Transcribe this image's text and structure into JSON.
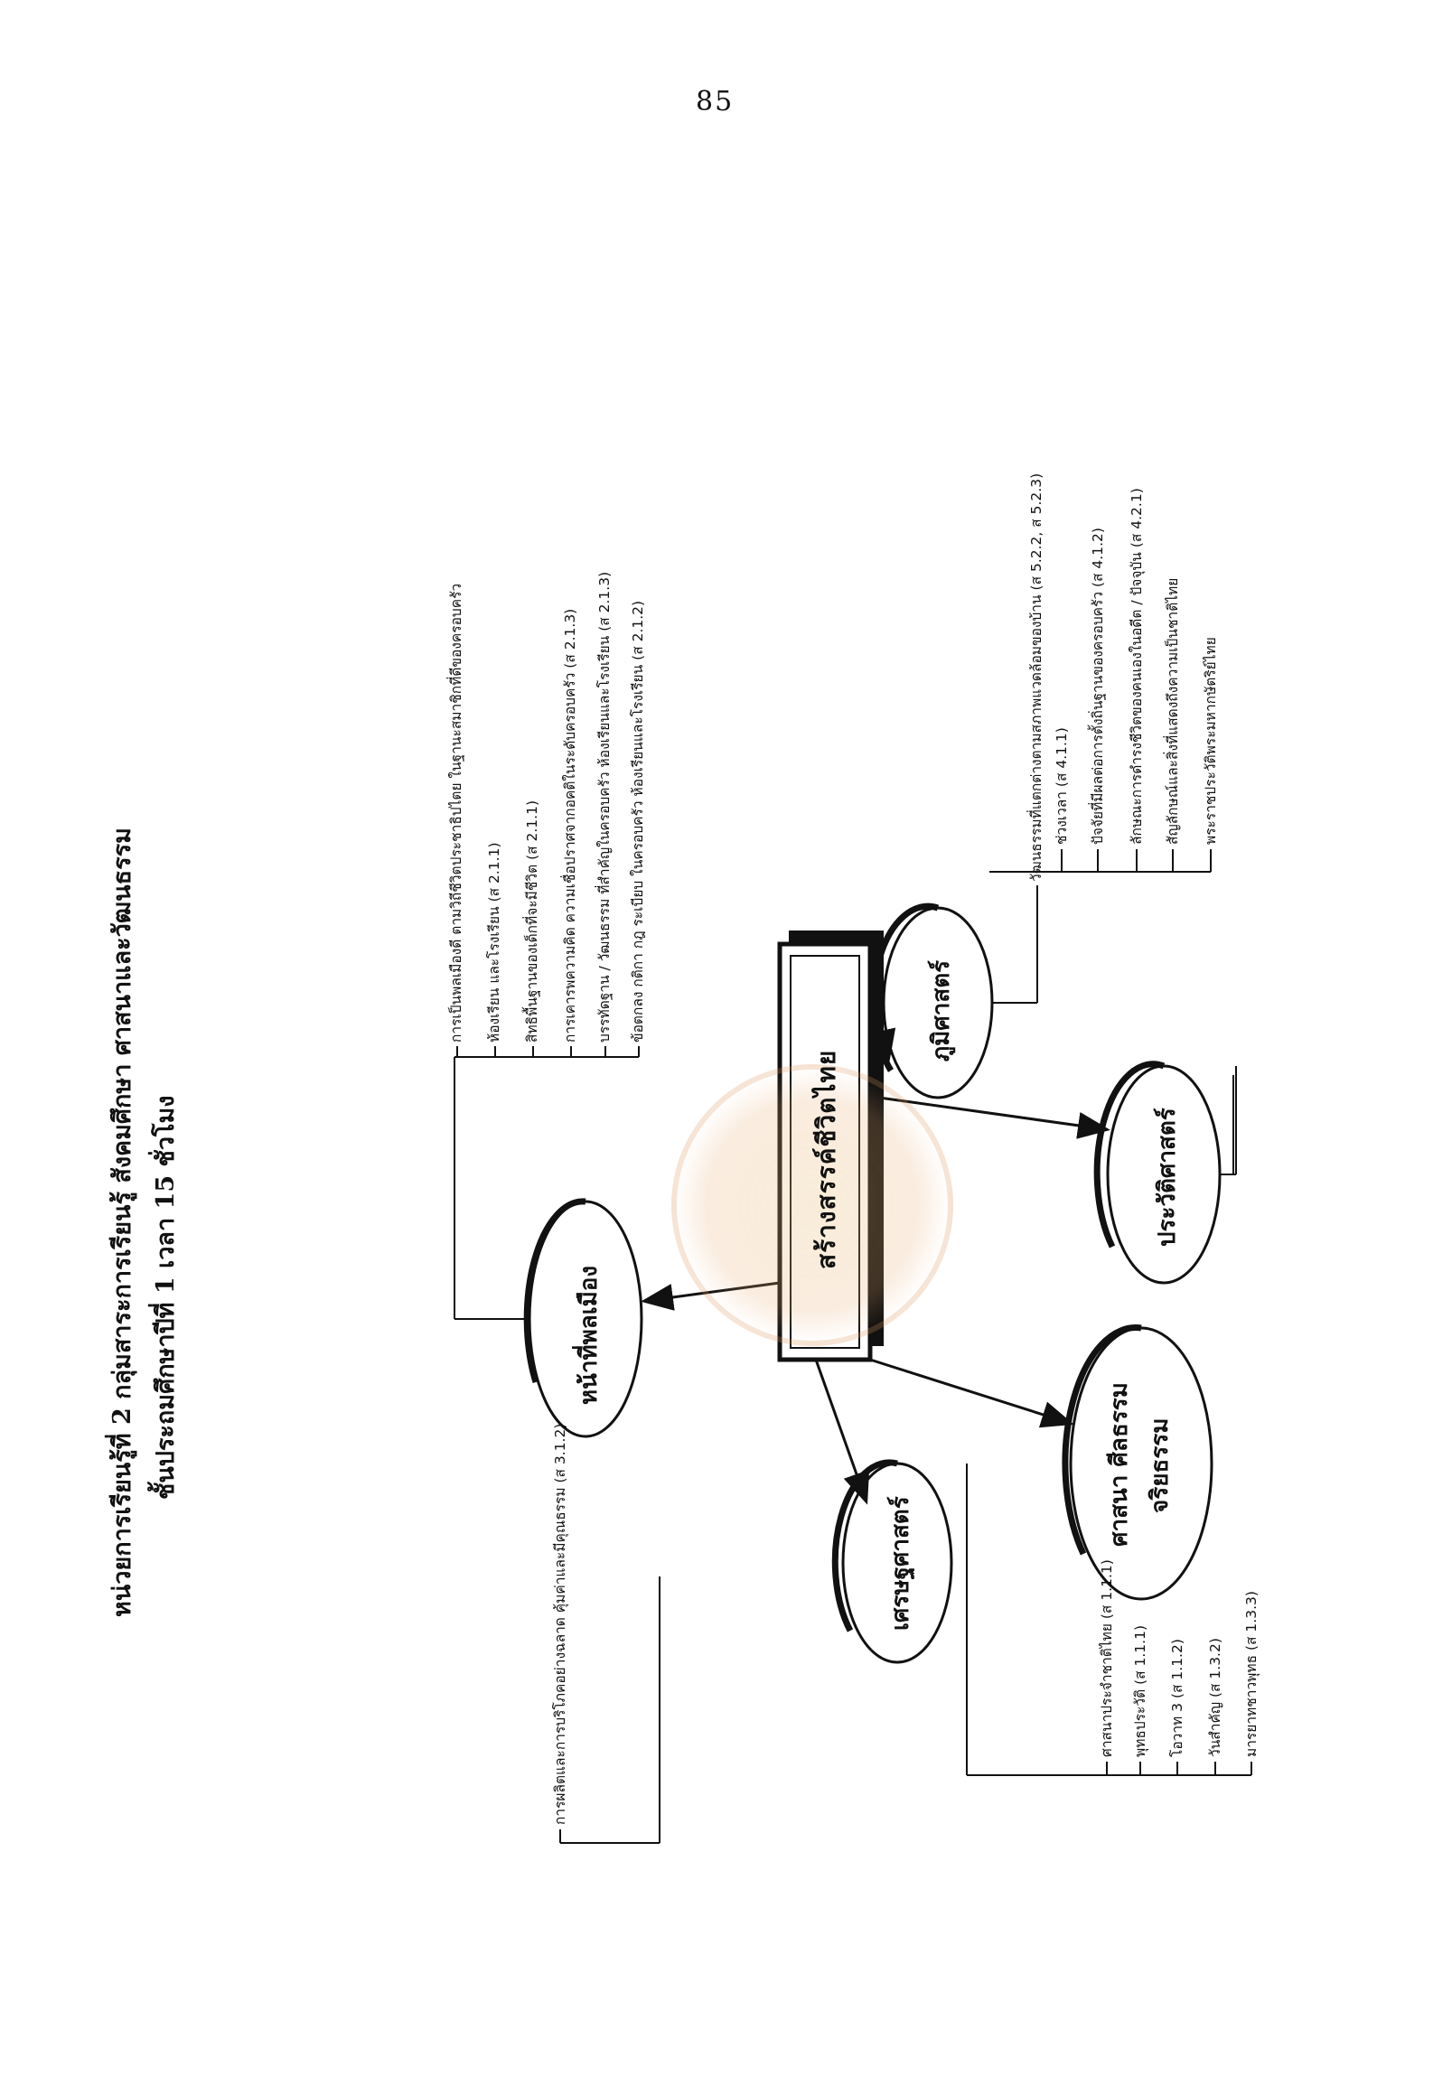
{
  "page_number": "85",
  "title": {
    "line1": "หน่วยการเรียนรู้ที่  2  กลุ่มสาระการเรียนรู้ สังคมศึกษา ศาสนาและวัฒนธรรม",
    "line2": "ชั้นประถมศึกษาปีที่  1  เวลา  15  ชั่วโมง"
  },
  "center": {
    "label": "สร้างสรรค์ชีวิตไทย"
  },
  "nodes": {
    "civic": {
      "label": "หน้าที่พลเมือง",
      "items": [
        "การเป็นพลเมืองดี ตามวิถีชีวิตประชาธิปไตย ในฐานะสมาชิกที่ดีของครอบครัว",
        "ห้องเรียน และโรงเรียน (ส 2.1.1)",
        "สิทธิพื้นฐานของเด็กที่จะมีชีวิต (ส 2.1.1)",
        "การเคารพความคิด ความเชื่อปราศจากอคติในระดับครอบครัว (ส 2.1.3)",
        "บรรทัดฐาน / วัฒนธรรม ที่สำคัญในครอบครัว ห้องเรียนและโรงเรียน (ส 2.1.3)",
        "ข้อตกลง กติกา กฎ ระเบียบ ในครอบครัว ห้องเรียนและโรงเรียน (ส 2.1.2)"
      ]
    },
    "geography": {
      "label": "ภูมิศาสตร์",
      "items": [
        "วัฒนธรรมที่แตกต่างตามสภาพแวดล้อมของบ้าน (ส 5.2.2, ส 5.2.3)"
      ]
    },
    "history": {
      "label": "ประวัติศาสตร์",
      "items": [
        "ช่วงเวลา (ส 4.1.1)",
        "ปัจจัยที่มีผลต่อการตั้งถิ่นฐานของครอบครัว (ส 4.1.2)",
        "ลักษณะการดำรงชีวิตของคนเองในอดีต / ปัจจุบัน (ส 4.2.1)",
        "สัญลักษณ์และสิ่งที่แสดงถึงความเป็นชาติไทย",
        "พระราชประวัติพระมหากษัตริย์ไทย"
      ]
    },
    "religion": {
      "label_line1": "ศาสนา ศีลธรรม",
      "label_line2": "จริยธรรม",
      "items": [
        "ศาสนาประจำชาติไทย (ส 1.1.1)",
        "พุทธประวัติ (ส 1.1.1)",
        "โอวาท 3 (ส 1.1.2)",
        "วันสำคัญ (ส 1.3.2)",
        "มารยาทชาวพุทธ (ส 1.3.3)"
      ]
    },
    "economics": {
      "label": "เศรษฐศาสตร์",
      "items": [
        "การผลิตและการบริโภคอย่างฉลาด คุ้มค่าและมีคุณธรรม (ส 3.1.2)"
      ]
    }
  }
}
